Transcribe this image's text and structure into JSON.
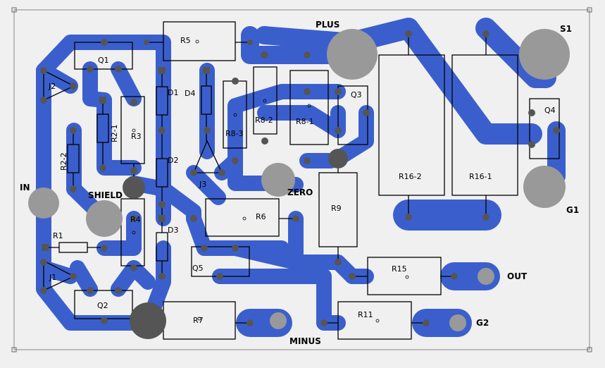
{
  "board": {
    "labels": {
      "plus": "PLUS",
      "minus": "MINUS",
      "zero": "ZERO",
      "shield": "SHIELD",
      "in": "IN",
      "out": "OUT",
      "s1": "S1",
      "g1": "G1",
      "g2": "G2"
    },
    "components": {
      "r1": "R1",
      "r2_1": "R2-1",
      "r2_2": "R2-2",
      "r3": "R3",
      "r4": "R4",
      "r5": "R5",
      "r6": "R6",
      "r7": "R7",
      "r8_1": "R8-1",
      "r8_2": "R8-2",
      "r8_3": "R8-3",
      "r9": "R9",
      "r11": "R11",
      "r15": "R15",
      "r16_1": "R16-1",
      "r16_2": "R16-2",
      "q1": "Q1",
      "q2": "Q2",
      "q3": "Q3",
      "q4": "Q4",
      "q5": "Q5",
      "d1": "D1",
      "d2": "D2",
      "d3": "D3",
      "d4": "D4",
      "j1": "J1",
      "j2": "J2",
      "j3": "J3"
    },
    "colors": {
      "trace": "#3a5fcd",
      "background": "#f0f0f0",
      "pad": "#555555",
      "large_pad": "#999999"
    }
  }
}
